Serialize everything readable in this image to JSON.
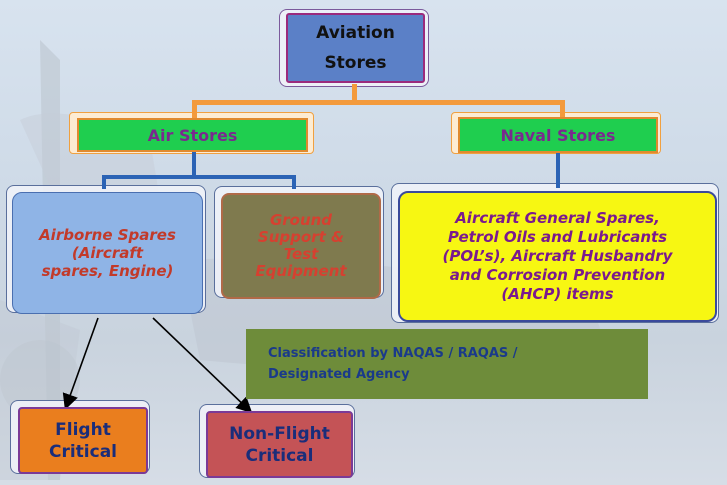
{
  "nodes": {
    "root": {
      "lines": [
        "Aviation",
        "Stores"
      ]
    },
    "air_stores": {
      "label": "Air Stores"
    },
    "naval_stores": {
      "label": "Naval Stores"
    },
    "airborne_spares": {
      "lines": [
        "Airborne Spares",
        "(Aircraft",
        "spares,  Engine)"
      ]
    },
    "ground_support": {
      "lines": [
        "Ground",
        "Support &",
        "Test",
        "Equipment"
      ]
    },
    "naval_items": {
      "lines": [
        "Aircraft General Spares,",
        "Petrol Oils and Lubricants",
        "(POL’s), Aircraft Husbandry",
        "and Corrosion Prevention",
        "(AHCP) items"
      ]
    },
    "classification": {
      "lines": [
        "Classification by NAQAS / RAQAS /",
        "Designated Agency"
      ]
    },
    "flight_critical": {
      "lines": [
        "Flight",
        "Critical"
      ]
    },
    "non_flight_critical": {
      "lines": [
        "Non-Flight",
        "Critical"
      ]
    }
  },
  "colors": {
    "root_fill": "#5b80c7",
    "category_fill": "#1fce4f",
    "connector_top": "#f39a3c",
    "connector_mid": "#2b63b5",
    "airborne_fill": "#8fb4e6",
    "ground_fill": "#7f7a4e",
    "naval_items_fill": "#f7f712",
    "classification_fill": "#6e8c3a",
    "flight_critical_fill": "#ea7e1e",
    "non_flight_critical_fill": "#c45356"
  }
}
